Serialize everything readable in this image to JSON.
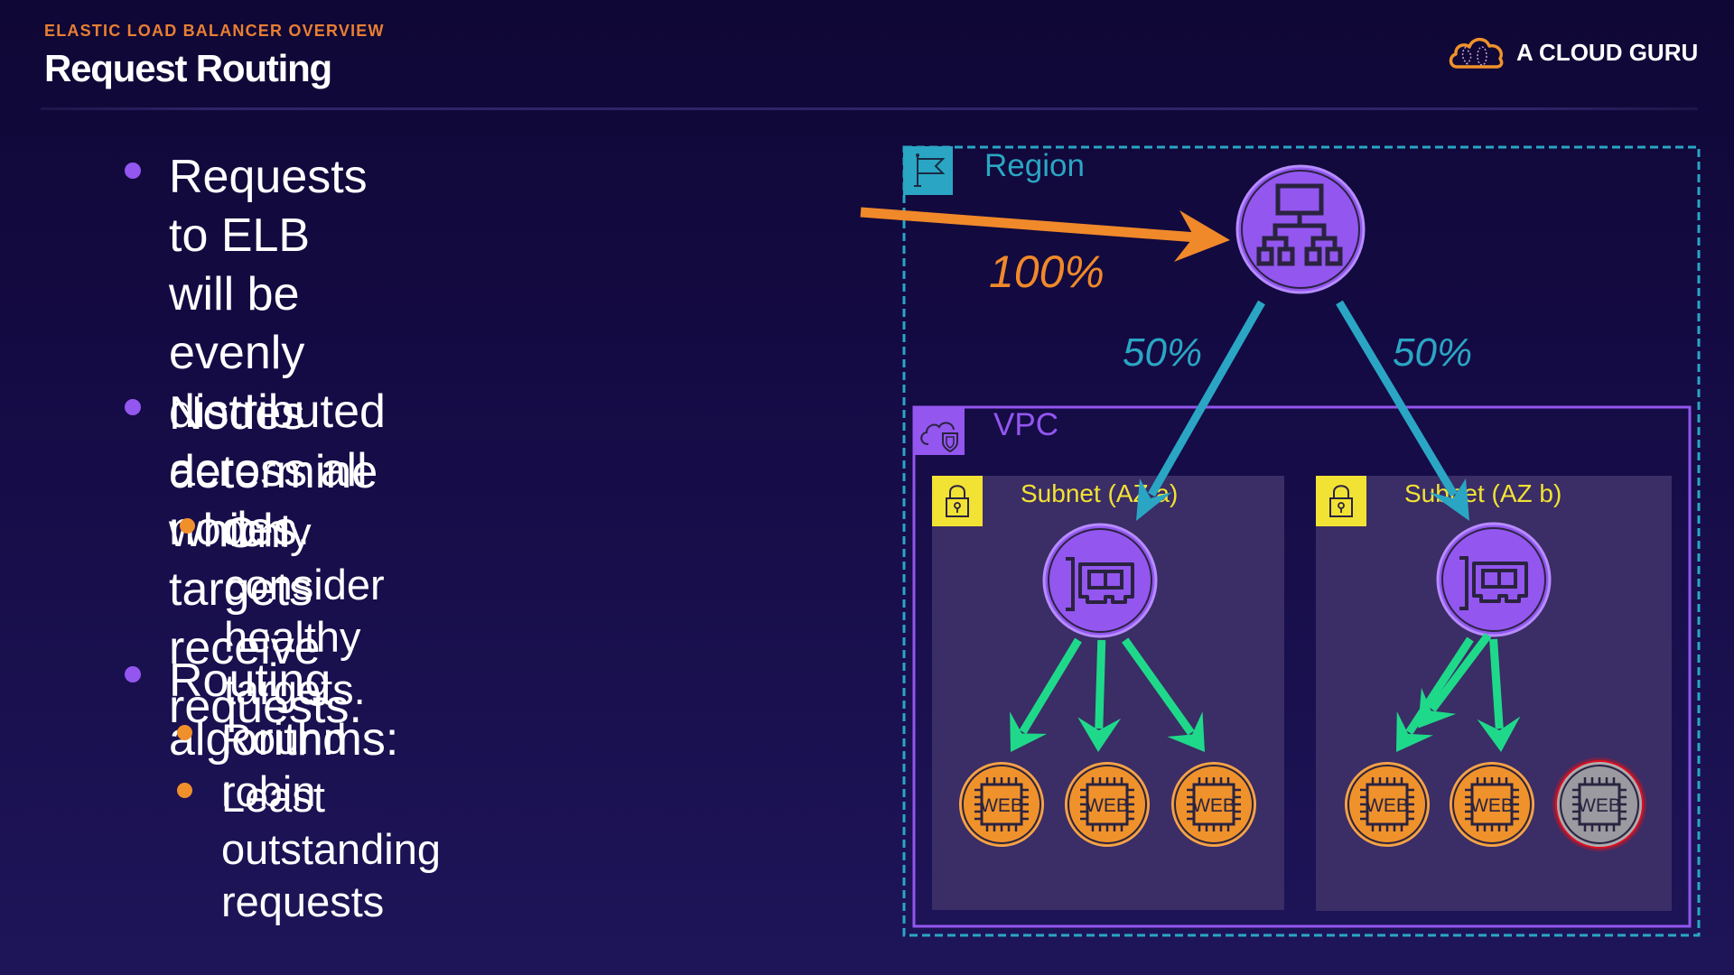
{
  "header": {
    "eyebrow": "ELASTIC LOAD BALANCER OVERVIEW",
    "title": "Request Routing",
    "logo_text": "A CLOUD GURU",
    "logo_icon": "cloud-logo-icon"
  },
  "bullets": [
    {
      "lines": [
        "Requests to ELB will be",
        "evenly distributed across all",
        "nodes."
      ],
      "sub": []
    },
    {
      "lines": [
        "Nodes determine which",
        "targets receive requests."
      ],
      "sub": [
        {
          "lines": [
            "Only consider healthy",
            "targets."
          ]
        }
      ]
    },
    {
      "lines": [
        "Routing algorithms:"
      ],
      "sub": [
        {
          "lines": [
            "Round robin"
          ]
        },
        {
          "lines": [
            "Least outstanding requests"
          ]
        }
      ]
    }
  ],
  "diagram": {
    "region_label": "Region",
    "vpc_label": "VPC",
    "incoming_percent": "100%",
    "split_left_percent": "50%",
    "split_right_percent": "50%",
    "load_balancer_icon": "load-balancer-icon",
    "subnets": [
      {
        "label": "Subnet (AZ a)",
        "node_icon": "network-interface-icon",
        "instances": [
          {
            "label": "WEB",
            "healthy": true
          },
          {
            "label": "WEB",
            "healthy": true
          },
          {
            "label": "WEB",
            "healthy": true
          }
        ],
        "arrows_to_instances": [
          1,
          1,
          1
        ]
      },
      {
        "label": "Subnet (AZ b)",
        "node_icon": "network-interface-icon",
        "instances": [
          {
            "label": "WEB",
            "healthy": true
          },
          {
            "label": "WEB",
            "healthy": true
          },
          {
            "label": "WEB",
            "healthy": false
          }
        ],
        "arrows_to_instances": [
          2,
          1,
          0
        ]
      }
    ]
  },
  "colors": {
    "accent_orange": "#f0892a",
    "accent_purple": "#9356ef",
    "region_teal": "#2aa6c4",
    "subnet_yellow": "#f2e234",
    "instance_orange": "#f0922b",
    "unhealthy_gray": "#9a9aa0",
    "unhealthy_ring": "#e0101e",
    "route_green": "#1fd98a"
  }
}
